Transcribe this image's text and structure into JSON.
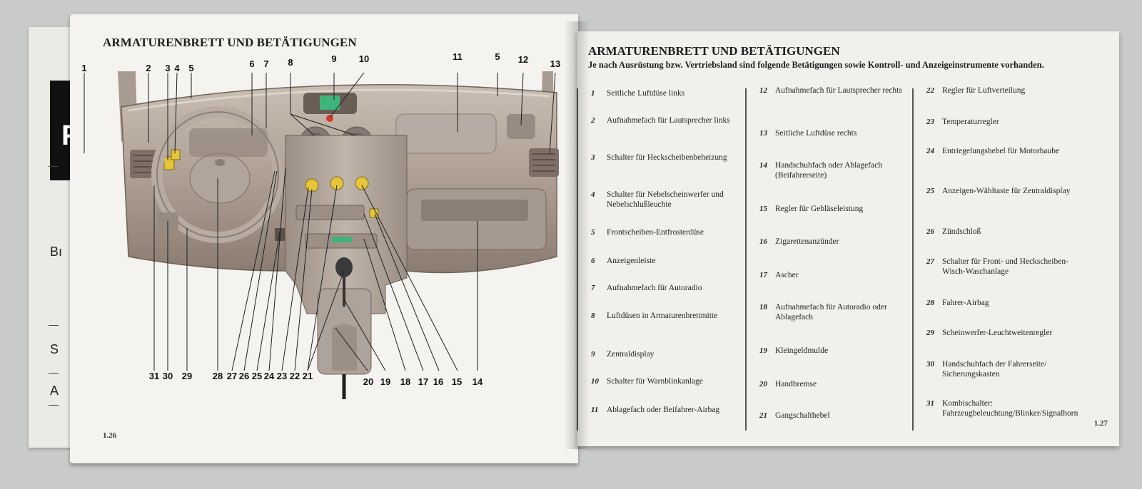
{
  "left_page": {
    "heading": "ARMATURENBRETT UND BETÄTIGUNGEN",
    "page_number": "1.26",
    "callouts_top": [
      "1",
      "2",
      "3",
      "4",
      "5",
      "6",
      "7",
      "8",
      "9",
      "10",
      "11",
      "5",
      "12",
      "13"
    ],
    "callouts_bottom": [
      "31",
      "30",
      "29",
      "28",
      "27",
      "26",
      "25",
      "24",
      "23",
      "22",
      "21",
      "20",
      "19",
      "18",
      "17",
      "16",
      "15",
      "14"
    ]
  },
  "back_page": {
    "letter": "F",
    "texts": [
      "Bı",
      "S",
      "A"
    ]
  },
  "right_page": {
    "heading": "ARMATURENBRETT UND BETÄTIGUNGEN",
    "intro": "Je nach Ausrüstung bzw. Vertriebsland sind folgende Betätigungen sowie Kontroll- und Anzeigeinstrumente vorhanden.",
    "page_number": "1.27",
    "columns": [
      [
        {
          "num": "1",
          "text": "Seitliche Luftdüse links"
        },
        {
          "num": "2",
          "text": "Aufnahmefach für Lautsprecher links"
        },
        {
          "num": "3",
          "text": "Schalter für Heckscheibenbeheizung"
        },
        {
          "num": "4",
          "text": "Schalter für Nebelscheinwerfer und Nebelschlußleuchte"
        },
        {
          "num": "5",
          "text": "Frontscheiben-Entfrosterdüse"
        },
        {
          "num": "6",
          "text": "Anzeigenleiste"
        },
        {
          "num": "7",
          "text": "Aufnahmefach für Autoradio"
        },
        {
          "num": "8",
          "text": "Luftdüsen in Armaturenbrettmitte"
        },
        {
          "num": "9",
          "text": "Zentraldisplay"
        },
        {
          "num": "10",
          "text": "Schalter für Warnblinkanlage"
        },
        {
          "num": "11",
          "text": "Ablagefach oder Beifahrer-Airbag"
        }
      ],
      [
        {
          "num": "12",
          "text": "Aufnahmefach für Lautsprecher rechts"
        },
        {
          "num": "13",
          "text": "Seitliche Luftdüse rechts"
        },
        {
          "num": "14",
          "text": "Handschuhfach oder Ablagefach (Beifahrerseite)"
        },
        {
          "num": "15",
          "text": "Regler für Gebläseleistung"
        },
        {
          "num": "16",
          "text": "Zigarettenanzünder"
        },
        {
          "num": "17",
          "text": "Ascher"
        },
        {
          "num": "18",
          "text": "Aufnahmefach für Autoradio oder Ablagefach"
        },
        {
          "num": "19",
          "text": "Kleingeldmulde"
        },
        {
          "num": "20",
          "text": "Handbremse"
        },
        {
          "num": "21",
          "text": "Gangschalthebel"
        }
      ],
      [
        {
          "num": "22",
          "text": "Regler für Luftverteilung"
        },
        {
          "num": "23",
          "text": "Temperaturregler"
        },
        {
          "num": "24",
          "text": "Entriegelungshebel für Motorhaube"
        },
        {
          "num": "25",
          "text": "Anzeigen-Wähltaste für Zentraldisplay"
        },
        {
          "num": "26",
          "text": "Zündschloß"
        },
        {
          "num": "27",
          "text": "Schalter für Front- und Heckscheiben-Wisch-Waschanlage"
        },
        {
          "num": "28",
          "text": "Fahrer-Airbag"
        },
        {
          "num": "29",
          "text": "Scheinwerfer-Leuchtweitenregler"
        },
        {
          "num": "30",
          "text": "Handschuhfach der Fahrerseite/ Sicherungskasten"
        },
        {
          "num": "31",
          "text": "Kombischalter: Fahrzeugbeleuchtung/Blinker/Signalhorn"
        }
      ]
    ]
  }
}
